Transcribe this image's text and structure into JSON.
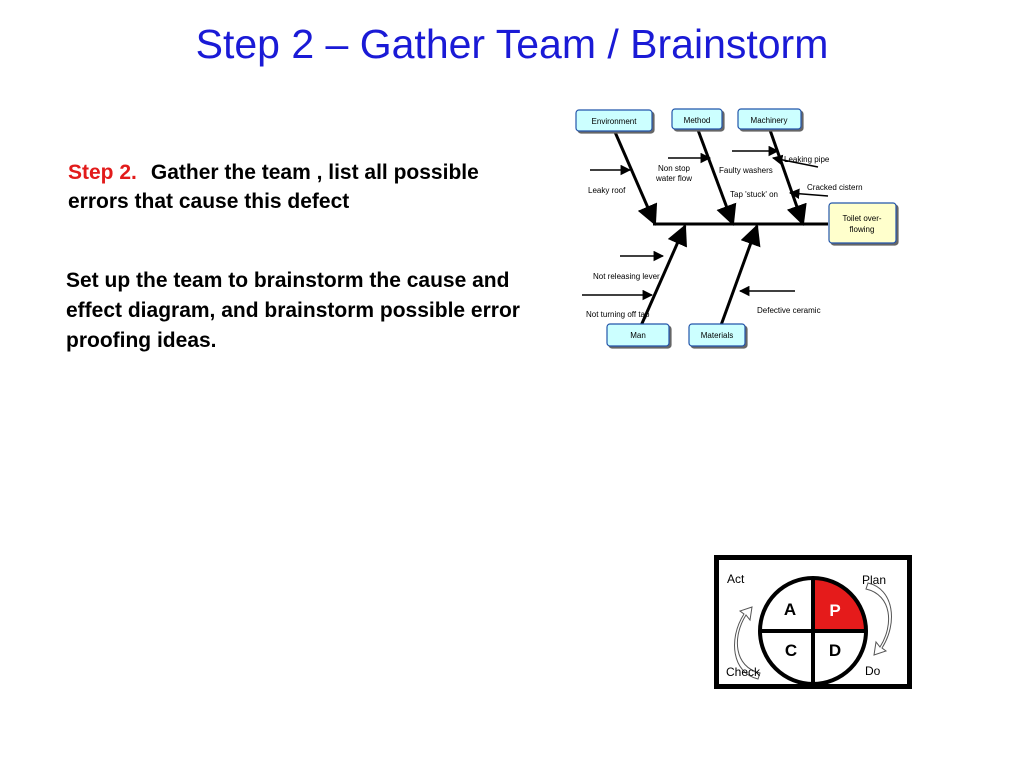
{
  "slide": {
    "title": "Step 2 – Gather Team / Brainstorm",
    "step_label": "Step 2.",
    "step_text": "Gather the team , list  all possible errors that cause this defect",
    "body": "Set up the team to brainstorm the cause and effect diagram,  and brainstorm possible error proofing ideas."
  },
  "fishbone": {
    "categories": {
      "environment": "Environment",
      "method": "Method",
      "machinery": "Machinery",
      "man": "Man",
      "materials": "Materials"
    },
    "effect_line1": "Toilet over-",
    "effect_line2": "flowing",
    "causes": {
      "leaky_roof": "Leaky roof",
      "non_stop_1": "Non stop",
      "non_stop_2": "water flow",
      "faulty_washers": "Faulty washers",
      "leaking_pipe": "Leaking pipe",
      "tap_stuck": "Tap 'stuck' on",
      "cracked_cistern": "Cracked cistern",
      "not_releasing_lever": "Not releasing lever",
      "not_turning_off_tap": "Not turning off tap",
      "defective_ceramic": "Defective ceramic"
    },
    "colors": {
      "box_fill": "#ccffff",
      "box_stroke": "#2255aa",
      "effect_fill": "#ffffcc"
    }
  },
  "pdca": {
    "act": "Act",
    "plan": "Plan",
    "check": "Check",
    "do": "Do",
    "a": "A",
    "p": "P",
    "c": "C",
    "d": "D",
    "colors": {
      "plan_fill": "#e51b1b"
    }
  }
}
